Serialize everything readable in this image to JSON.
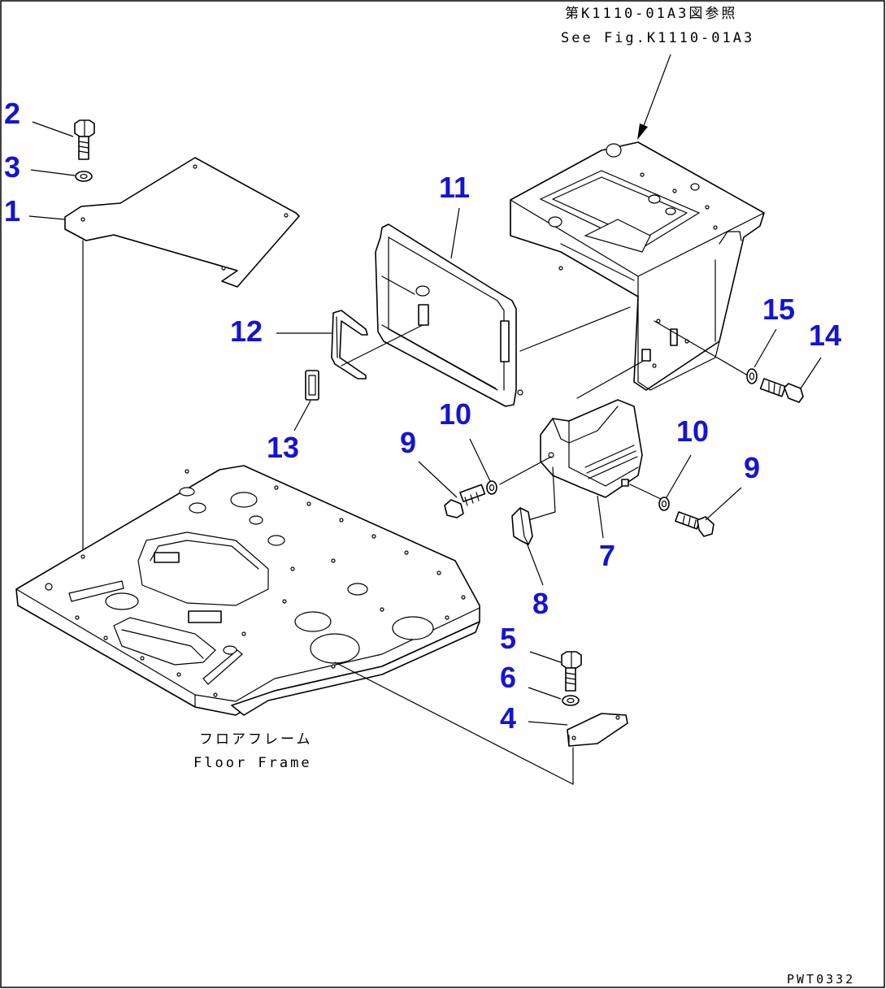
{
  "reference": {
    "line_jp": "第K1110-01A3図参照",
    "line_en": "See Fig.K1110-01A3"
  },
  "floor_frame": {
    "label_jp": "フロアフレーム",
    "label_en": "Floor Frame"
  },
  "drawing_code": "PWT0332",
  "colors": {
    "part_number": "#1414d2",
    "line": "#000000",
    "background": "#ffffff"
  },
  "parts": [
    {
      "id": "p1",
      "label": "1"
    },
    {
      "id": "p2",
      "label": "2"
    },
    {
      "id": "p3",
      "label": "3"
    },
    {
      "id": "p4",
      "label": "4"
    },
    {
      "id": "p5",
      "label": "5"
    },
    {
      "id": "p6",
      "label": "6"
    },
    {
      "id": "p7",
      "label": "7"
    },
    {
      "id": "p8",
      "label": "8"
    },
    {
      "id": "p9a",
      "label": "9"
    },
    {
      "id": "p9b",
      "label": "9"
    },
    {
      "id": "p10a",
      "label": "10"
    },
    {
      "id": "p10b",
      "label": "10"
    },
    {
      "id": "p11",
      "label": "11"
    },
    {
      "id": "p12",
      "label": "12"
    },
    {
      "id": "p13",
      "label": "13"
    },
    {
      "id": "p14",
      "label": "14"
    },
    {
      "id": "p15",
      "label": "15"
    }
  ]
}
